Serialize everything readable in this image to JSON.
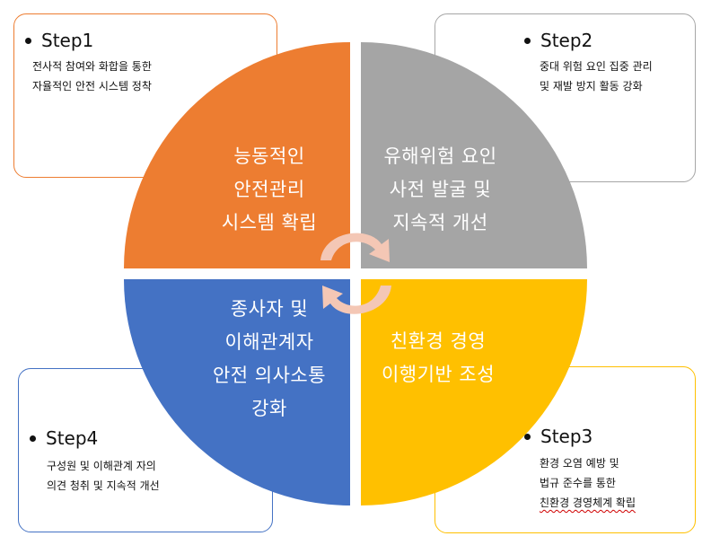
{
  "steps": [
    {
      "title": "Step1",
      "lines": [
        "전사적 참여와 화합을 통한",
        "자율적인 안전 시스템 정착"
      ]
    },
    {
      "title": "Step2",
      "lines": [
        "중대 위험 요인 집중 관리",
        "및  재발 방지 활동 강화"
      ]
    },
    {
      "title": "Step3",
      "lines": [
        "환경 오염 예방 및",
        "법규 준수를 통한",
        "친환경 경영체계 확립"
      ]
    },
    {
      "title": "Step4",
      "lines": [
        "구성원 및 이해관계 자의",
        "의견 청취 및 지속적 개선"
      ]
    }
  ],
  "quadrants": {
    "top_left": [
      "능동적인",
      "안전관리",
      "시스템 확립"
    ],
    "top_right": [
      "유해위험 요인",
      "사전 발굴 및",
      "지속적 개선"
    ],
    "bottom_right": [
      "친환경 경영",
      "이행기반 조성"
    ],
    "bottom_left": [
      "종사자 및",
      "이해관계자",
      "안전 의사소통",
      "강화"
    ]
  },
  "colors": {
    "top_left": "#ED7D31",
    "top_right": "#A5A5A5",
    "bottom_right": "#FFC000",
    "bottom_left": "#4472C4",
    "cycle_arrows": "#F4C7B5"
  }
}
